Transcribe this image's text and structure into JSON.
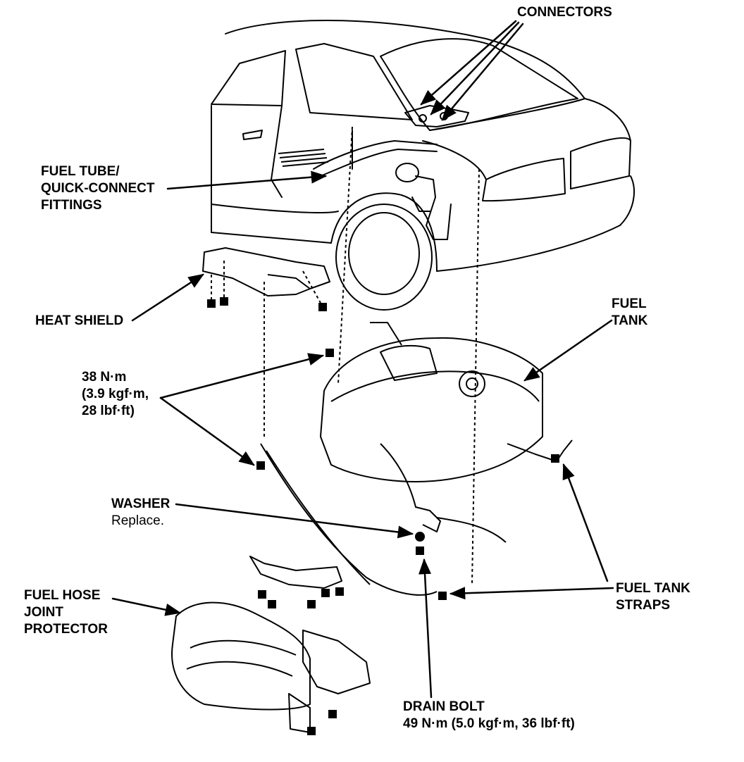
{
  "colors": {
    "ink": "#000000",
    "paper": "#ffffff"
  },
  "labels": {
    "connectors": "CONNECTORS",
    "fuel_tube": [
      "FUEL TUBE/",
      "QUICK-CONNECT",
      "FITTINGS"
    ],
    "heat_shield": "HEAT SHIELD",
    "fuel_tank": [
      "FUEL",
      "TANK"
    ],
    "torque_38": [
      "38 N·m",
      "(3.9 kgf·m,",
      "28 lbf·ft)"
    ],
    "washer": "WASHER",
    "washer_note": "Replace.",
    "fuel_hose_joint": [
      "FUEL HOSE",
      "JOINT",
      "PROTECTOR"
    ],
    "fuel_tank_straps": [
      "FUEL TANK",
      "STRAPS"
    ],
    "drain_bolt": "DRAIN BOLT",
    "drain_bolt_torque": "49 N·m (5.0 kgf·m, 36 lbf·ft)"
  }
}
